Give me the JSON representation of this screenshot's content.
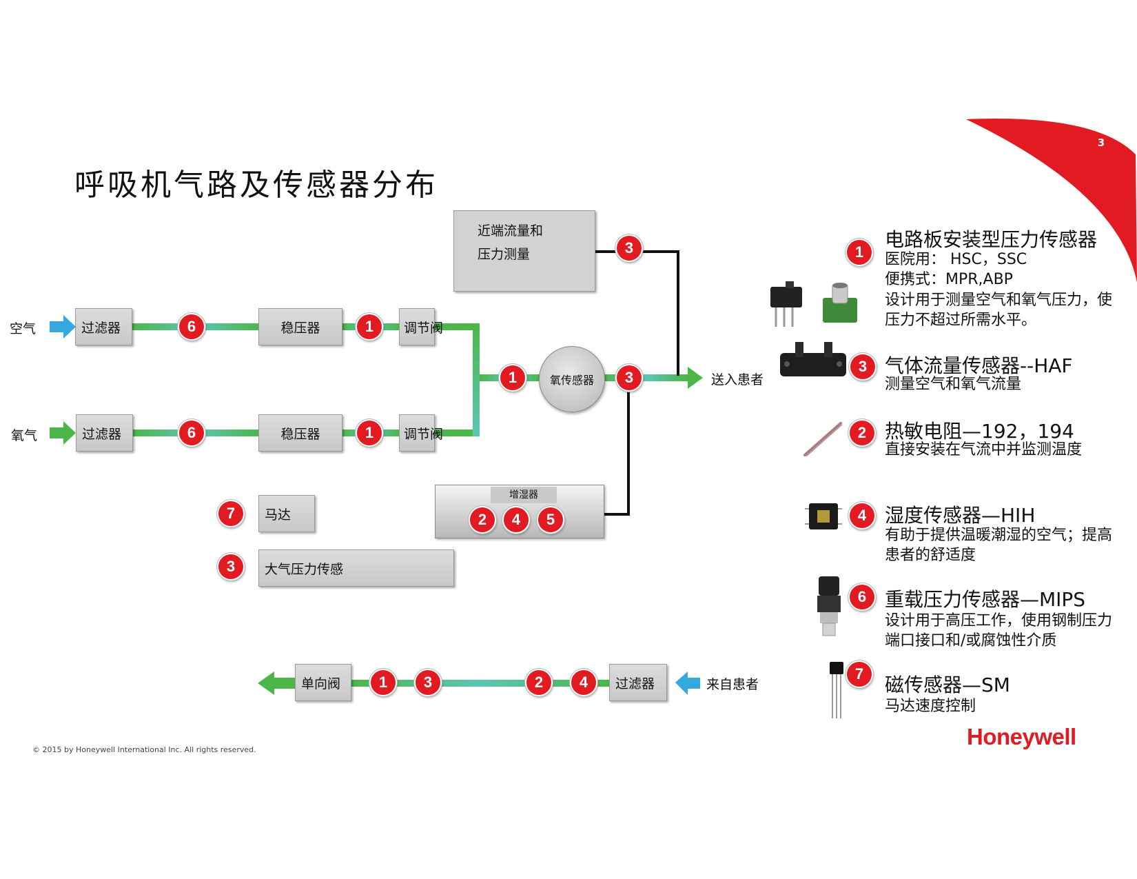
{
  "slide": {
    "title": "呼吸机气路及传感器分布",
    "page_number": "3"
  },
  "colors": {
    "accent_red": "#e21b23",
    "flow_green": "#3fae4a",
    "flow_teal": "#4fc3b0",
    "air_blue": "#35a8e0",
    "line_black": "#111111"
  },
  "diagram": {
    "air_label": "空气",
    "oxygen_label": "氧气",
    "filter": "过滤器",
    "regulator": "稳压器",
    "valve": "调节阀",
    "proximal_line1": "近端流量和",
    "proximal_line2": "压力测量",
    "oxygen_sensor": "氧传感器",
    "to_patient": "送入患者",
    "humidifier": "增湿器",
    "motor": "马达",
    "barometric": "大气压力传感",
    "check_valve": "单向阀",
    "from_patient": "来自患者",
    "badges": {
      "air_6": "6",
      "air_1": "1",
      "oxy_6": "6",
      "oxy_1": "1",
      "merge_1": "1",
      "out_3": "3",
      "prox_3": "3",
      "hum_2": "2",
      "hum_4": "4",
      "hum_5": "5",
      "motor_7": "7",
      "baro_3": "3",
      "ret_1": "1",
      "ret_3": "3",
      "ret_2": "2",
      "ret_4": "4"
    }
  },
  "legend": [
    {
      "num": "1",
      "title": "电路板安装型压力传感器",
      "icon": "board-mount-pressure-sensor",
      "desc": [
        "医院用： HSC，SSC",
        "便携式：MPR,ABP",
        "设计用于测量空气和氧气压力，使",
        "压力不超过所需水平。"
      ]
    },
    {
      "num": "3",
      "title": "气体流量传感器--HAF",
      "icon": "airflow-sensor",
      "desc": [
        "测量空气和氧气流量"
      ]
    },
    {
      "num": "2",
      "title": "热敏电阻—192，194",
      "icon": "thermistor-probe",
      "desc": [
        "直接安装在气流中并监测温度"
      ]
    },
    {
      "num": "4",
      "title": "湿度传感器—HIH",
      "icon": "humidity-sensor-chip",
      "desc": [
        "有助于提供温暖潮湿的空气；提高",
        "患者的舒适度"
      ]
    },
    {
      "num": "6",
      "title": "重载压力传感器—MIPS",
      "icon": "heavy-duty-pressure-transducer",
      "desc": [
        "设计用于高压工作，使用钢制压力",
        "端口接口和/或腐蚀性介质"
      ]
    },
    {
      "num": "7",
      "title": "磁传感器—SM",
      "icon": "hall-effect-sensor",
      "desc": [
        "马达速度控制"
      ]
    }
  ],
  "footer": {
    "copyright": "© 2015 by Honeywell International Inc. All rights reserved.",
    "brand": "Honeywell"
  }
}
